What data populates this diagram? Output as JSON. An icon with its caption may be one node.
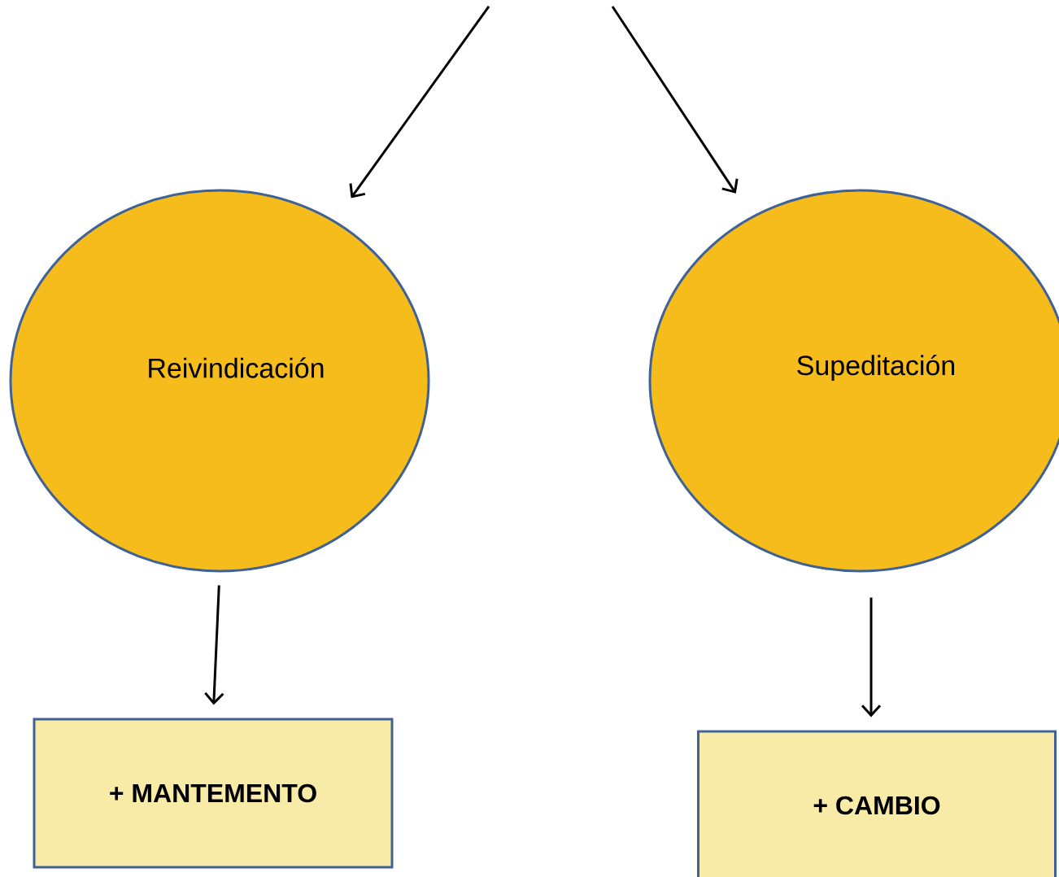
{
  "diagram": {
    "nodes": [
      {
        "text": [
          "Reivindicación"
        ]
      },
      {
        "text": [
          "Supeditación"
        ]
      },
      {
        "text": [
          "+ MANTEMENTO"
        ]
      },
      {
        "text": [
          "+ CAMBIO"
        ]
      }
    ],
    "edges": [
      {
        "from": null,
        "to": 0,
        "arrow": "to"
      },
      {
        "from": null,
        "to": 1,
        "arrow": "to"
      },
      {
        "from": 0,
        "to": 2,
        "arrow": "to"
      },
      {
        "from": 1,
        "to": 3,
        "arrow": "to"
      }
    ]
  }
}
